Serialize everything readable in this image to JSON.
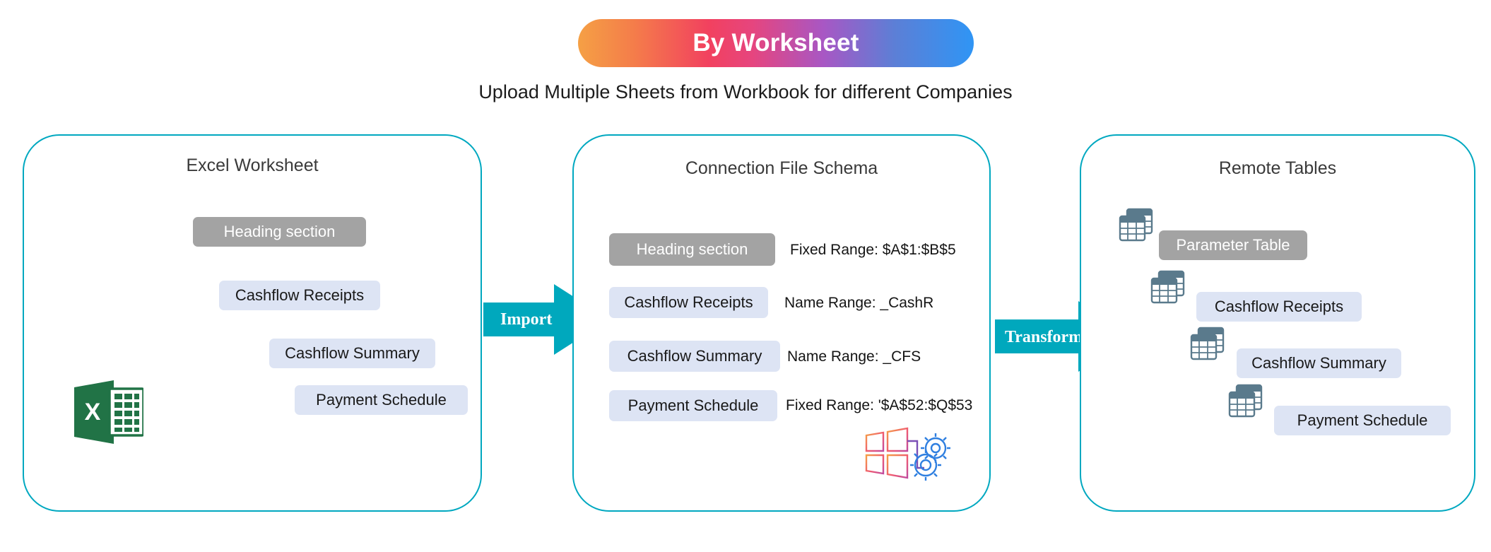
{
  "header": {
    "title": "By Worksheet",
    "subtitle": "Upload Multiple Sheets from Workbook for different Companies",
    "banner_gradient": [
      "#f5a045",
      "#f2415f",
      "#a857c4",
      "#2f95f5"
    ]
  },
  "theme": {
    "panel_border": "#00a8c0",
    "arrow_fill": "#00a8bd",
    "pill_grey": "#a3a3a3",
    "pill_blue": "#dde4f4",
    "connector_blue": "#4472c4",
    "excel_green": "#217346",
    "table_icon_slate": "#5a7a8c"
  },
  "panels": {
    "excel": {
      "title": "Excel Worksheet",
      "icon": "excel-file-icon",
      "items": [
        {
          "label": "Heading section",
          "style": "grey"
        },
        {
          "label": "Cashflow Receipts",
          "style": "blue"
        },
        {
          "label": "Cashflow Summary",
          "style": "blue"
        },
        {
          "label": "Payment Schedule",
          "style": "blue"
        }
      ]
    },
    "schema": {
      "title": "Connection File Schema",
      "deco_icon": "schema-gears-icon",
      "items": [
        {
          "label": "Heading section",
          "style": "grey",
          "range": "Fixed Range: $A$1:$B$5"
        },
        {
          "label": "Cashflow Receipts",
          "style": "blue",
          "range": "Name Range: _CashR"
        },
        {
          "label": "Cashflow Summary",
          "style": "blue",
          "range": "Name Range: _CFS"
        },
        {
          "label": "Payment Schedule",
          "style": "blue",
          "range": "Fixed Range: '$A$52:$Q$53"
        }
      ]
    },
    "remote": {
      "title": "Remote Tables",
      "items": [
        {
          "label": "Parameter Table",
          "style": "grey",
          "icon": "table-stack-icon"
        },
        {
          "label": "Cashflow Receipts",
          "style": "blue",
          "icon": "table-stack-icon"
        },
        {
          "label": "Cashflow Summary",
          "style": "blue",
          "icon": "table-stack-icon"
        },
        {
          "label": "Payment Schedule",
          "style": "blue",
          "icon": "table-stack-icon"
        }
      ]
    }
  },
  "arrows": {
    "import": "Import",
    "transform": "Transform"
  }
}
